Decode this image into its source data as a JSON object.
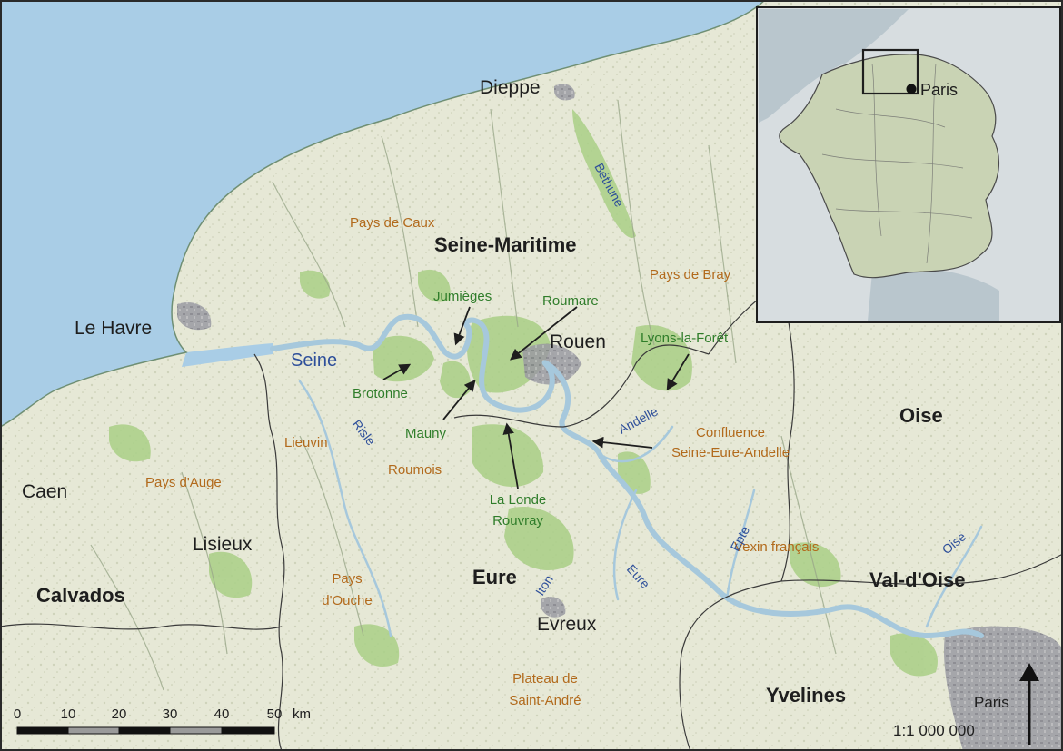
{
  "map": {
    "cities": {
      "dieppe": "Dieppe",
      "le_havre": "Le Havre",
      "rouen": "Rouen",
      "caen": "Caen",
      "lisieux": "Lisieux",
      "evreux": "Evreux"
    },
    "departments": {
      "seine_maritime": "Seine-Maritime",
      "eure": "Eure",
      "calvados": "Calvados",
      "oise": "Oise",
      "val_d_oise": "Val-d'Oise",
      "yvelines": "Yvelines"
    },
    "regions": {
      "pays_de_caux": "Pays de Caux",
      "pays_de_bray": "Pays de Bray",
      "lieuvin": "Lieuvin",
      "pays_d_auge": "Pays d'Auge",
      "roumois": "Roumois",
      "pays_d_ouche_1": "Pays",
      "pays_d_ouche_2": "d'Ouche",
      "plateau_1": "Plateau de",
      "plateau_2": "Saint-André",
      "vexin": "Vexin français",
      "confluence_1": "Confluence",
      "confluence_2": "Seine-Eure-Andelle"
    },
    "forests": {
      "jumieges": "Jumièges",
      "roumare": "Roumare",
      "brotonne": "Brotonne",
      "mauny": "Mauny",
      "lyons": "Lyons-la-Forêt",
      "la_londe_1": "La Londe",
      "la_londe_2": "Rouvray"
    },
    "rivers": {
      "seine": "Seine",
      "bethune": "Béthune",
      "risle": "Risle",
      "andelle": "Andelle",
      "epte": "Epte",
      "iton": "Iton",
      "eure": "Eure",
      "oise": "Oise"
    },
    "inset": {
      "paris_label": "Paris"
    },
    "scale_bar": {
      "ticks": [
        "0",
        "10",
        "20",
        "30",
        "40",
        "50"
      ],
      "unit": "km",
      "ratio": "1:1 000 000"
    },
    "corner_label": "Paris"
  },
  "colors": {
    "sea": "#a9cde6",
    "land": "#e8ead8",
    "forest": "#a9cf86",
    "river": "#a6c8dc",
    "urban": "#8f8f95",
    "border": "#3a3a3a"
  }
}
